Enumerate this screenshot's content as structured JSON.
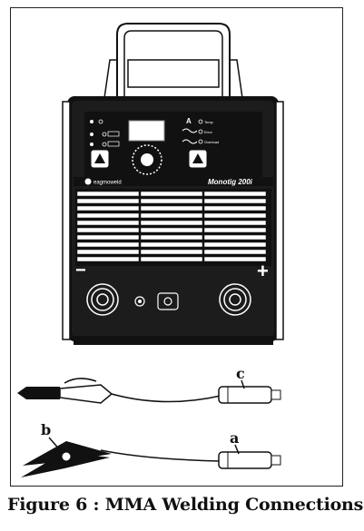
{
  "figure": {
    "caption": "Figure 6 : MMA Welding Connections"
  },
  "machine": {
    "brand": "eagmoweld",
    "model": "Monotig 200i",
    "unit_label": "A",
    "right_indicators": [
      "Temp",
      "Error",
      "Overload"
    ],
    "minus_label": "−",
    "plus_label": "+"
  },
  "connections": [
    {
      "label": "c",
      "item": "electrode-holder-cable"
    },
    {
      "label": "b",
      "item": "earth-clamp"
    },
    {
      "label": "a",
      "item": "earth-clamp-plug"
    }
  ]
}
